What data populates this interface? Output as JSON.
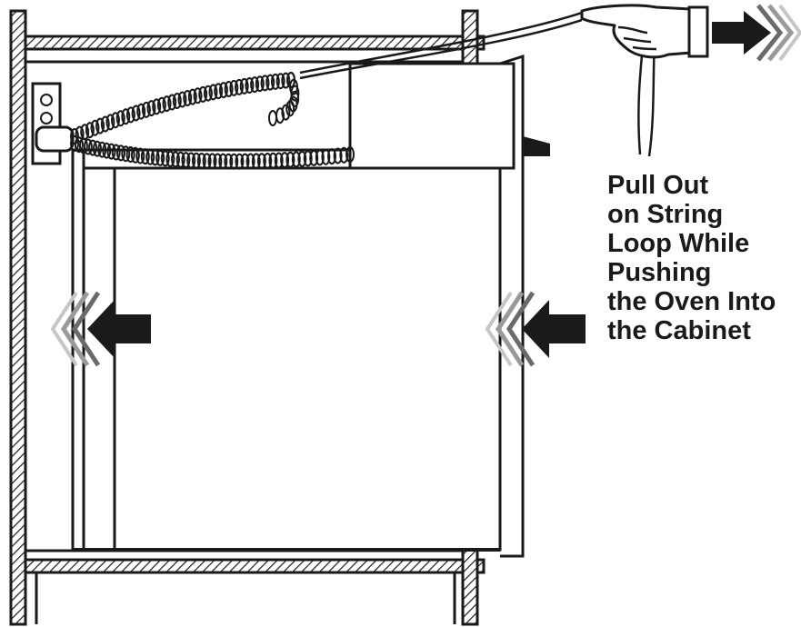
{
  "caption": {
    "lines": [
      "Pull Out",
      "on String",
      "Loop While",
      "Pushing",
      "the Oven Into",
      "the Cabinet"
    ]
  },
  "colors": {
    "ink": "#1a1a1a",
    "background": "#ffffff",
    "arrow_fade": [
      "#555555",
      "#8a8a8a",
      "#bdbdbd"
    ]
  },
  "icons": [
    "hand-pulling-icon",
    "push-arrow-icon",
    "push-left-arrow-icon",
    "pull-right-arrow-icon"
  ]
}
